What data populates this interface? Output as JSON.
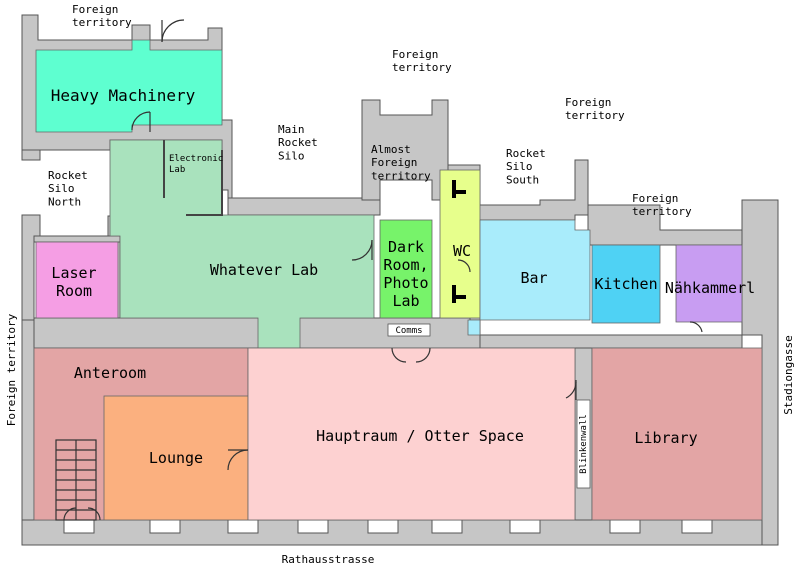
{
  "labels": {
    "foreign_top_left": "Foreign\nterritory",
    "foreign_top_mid": "Foreign\nterritory",
    "foreign_top_right": "Foreign\nterritory",
    "foreign_right": "Foreign\nterritory",
    "foreign_left_vertical": "Foreign territory",
    "main_rocket_silo": "Main\nRocket\nSilo",
    "rocket_silo_north": "Rocket\nSilo\nNorth",
    "rocket_silo_south": "Rocket\nSilo\nSouth",
    "almost_foreign": "Almost\nForeign\nterritory",
    "stadiongasse": "Stadiongasse",
    "rathausstrasse": "Rathausstrasse",
    "comms": "Comms",
    "blinkenwall": "Blinkenwall"
  },
  "rooms": {
    "heavy_machinery": {
      "label": "Heavy Machinery",
      "color": "#5effd0"
    },
    "electronic_lab": {
      "label": "Electronic\nLab",
      "color": "#a9e2bd"
    },
    "whatever_lab": {
      "label": "Whatever Lab",
      "color": "#a9e2bd"
    },
    "laser_room": {
      "label": "Laser\nRoom",
      "color": "#f59ee4"
    },
    "dark_room": {
      "label": "Dark\nRoom,\nPhoto\nLab",
      "color": "#77f36a"
    },
    "wc": {
      "label": "WC",
      "color": "#e7ff8c"
    },
    "bar": {
      "label": "Bar",
      "color": "#a9ecfb"
    },
    "kitchen": {
      "label": "Kitchen",
      "color": "#4fd2f4"
    },
    "naehkammerl": {
      "label": "Nähkammerl",
      "color": "#c89df2"
    },
    "anteroom": {
      "label": "Anteroom",
      "color": "#e3a5a5"
    },
    "lounge": {
      "label": "Lounge",
      "color": "#fbb07f"
    },
    "hauptraum": {
      "label": "Hauptraum / Otter Space",
      "color": "#fdd1d1"
    },
    "library": {
      "label": "Library",
      "color": "#e3a5a5"
    }
  },
  "colors": {
    "wall": "#c6c6c6",
    "wall_outline": "#555555"
  }
}
